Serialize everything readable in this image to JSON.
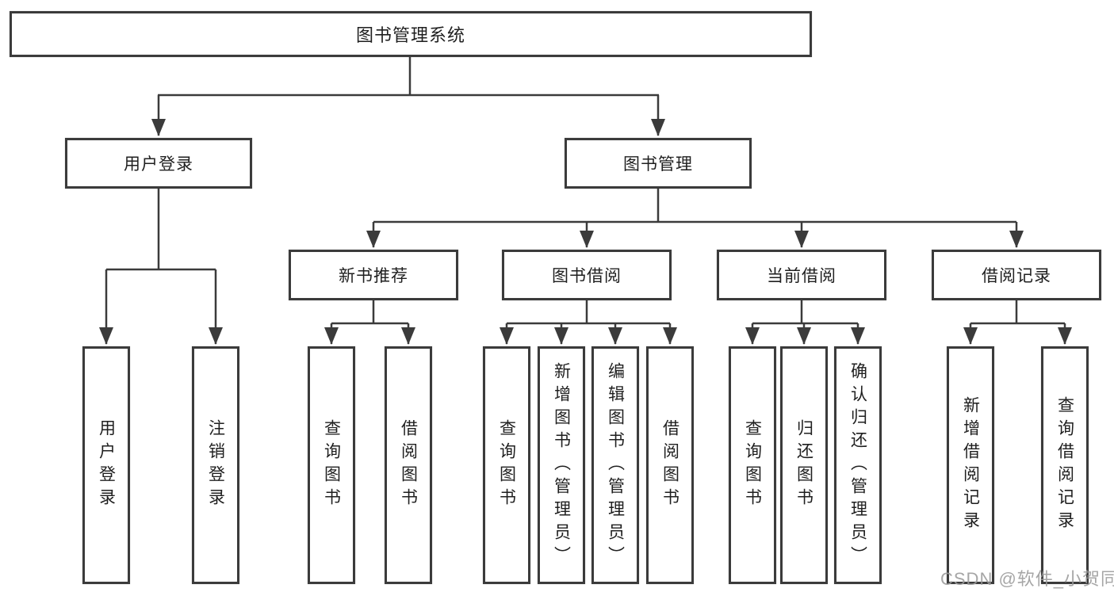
{
  "diagram": {
    "root": {
      "label": "图书管理系统"
    },
    "login": {
      "label": "用户登录",
      "children": [
        {
          "label": "用户登录"
        },
        {
          "label": "注销登录"
        }
      ]
    },
    "management": {
      "label": "图书管理",
      "sections": [
        {
          "label": "新书推荐",
          "children": [
            {
              "label": "查询图书"
            },
            {
              "label": "借阅图书"
            }
          ]
        },
        {
          "label": "图书借阅",
          "children": [
            {
              "label": "查询图书"
            },
            {
              "label": "新增图书（管理员）"
            },
            {
              "label": "编辑图书（管理员）"
            },
            {
              "label": "借阅图书"
            }
          ]
        },
        {
          "label": "当前借阅",
          "children": [
            {
              "label": "查询图书"
            },
            {
              "label": "归还图书"
            },
            {
              "label": "确认归还（管理员）"
            }
          ]
        },
        {
          "label": "借阅记录",
          "children": [
            {
              "label": "新增借阅记录"
            },
            {
              "label": "查询借阅记录"
            }
          ]
        }
      ]
    }
  },
  "watermark": {
    "text": "CSDN @软件_小贺同学"
  },
  "colors": {
    "line": "#3b3b3b",
    "text": "#1f1f1f",
    "watermark": "#9a9a9a",
    "background": "#ffffff"
  }
}
